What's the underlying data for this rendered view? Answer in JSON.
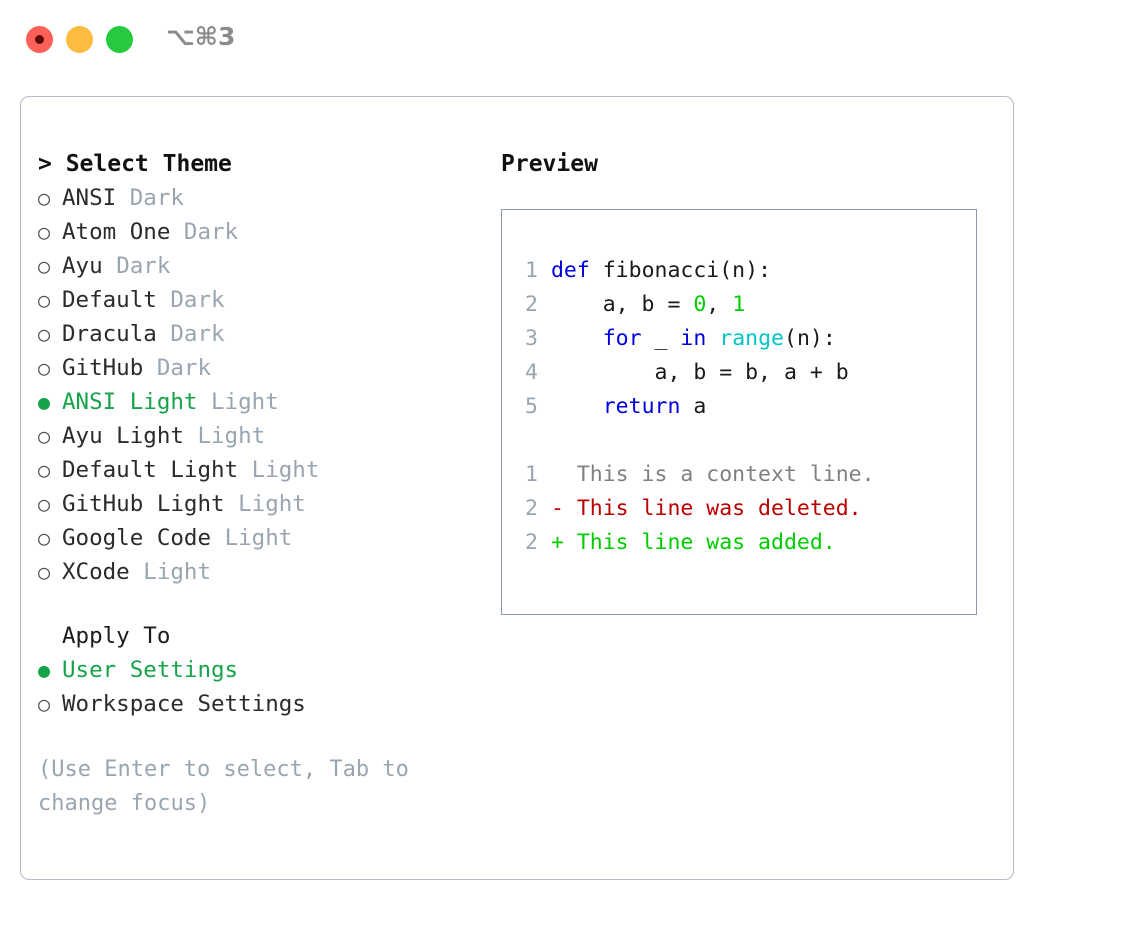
{
  "window": {
    "shortcut_label": "⌥⌘3",
    "traffic_lights": [
      "close",
      "minimize",
      "maximize"
    ]
  },
  "theme_panel": {
    "title": "> Select Theme",
    "selected_marker": "●",
    "unselected_marker": "○",
    "items": [
      {
        "marker": "○",
        "name": "ANSI",
        "kind": "Dark",
        "selected": false
      },
      {
        "marker": "○",
        "name": "Atom One",
        "kind": "Dark",
        "selected": false
      },
      {
        "marker": "○",
        "name": "Ayu",
        "kind": "Dark",
        "selected": false
      },
      {
        "marker": "○",
        "name": "Default",
        "kind": "Dark",
        "selected": false
      },
      {
        "marker": "○",
        "name": "Dracula",
        "kind": "Dark",
        "selected": false
      },
      {
        "marker": "○",
        "name": "GitHub",
        "kind": "Dark",
        "selected": false
      },
      {
        "marker": "●",
        "name": "ANSI Light",
        "kind": "Light",
        "selected": true
      },
      {
        "marker": "○",
        "name": "Ayu Light",
        "kind": "Light",
        "selected": false
      },
      {
        "marker": "○",
        "name": "Default Light",
        "kind": "Light",
        "selected": false
      },
      {
        "marker": "○",
        "name": "GitHub Light",
        "kind": "Light",
        "selected": false
      },
      {
        "marker": "○",
        "name": "Google Code",
        "kind": "Light",
        "selected": false
      },
      {
        "marker": "○",
        "name": "XCode",
        "kind": "Light",
        "selected": false
      }
    ]
  },
  "apply_to": {
    "title": "Apply To",
    "items": [
      {
        "marker": "●",
        "label": "User Settings",
        "selected": true
      },
      {
        "marker": "○",
        "label": "Workspace Settings",
        "selected": false
      }
    ]
  },
  "hint": {
    "text": "(Use Enter to select, Tab to change focus)"
  },
  "preview": {
    "title": "Preview",
    "code_lines": [
      {
        "no": "1",
        "tokens": [
          {
            "t": " ",
            "c": "plain"
          },
          {
            "t": "def",
            "c": "kw"
          },
          {
            "t": " fibonacci(n):",
            "c": "plain"
          }
        ]
      },
      {
        "no": "2",
        "tokens": [
          {
            "t": "     a, b = ",
            "c": "plain"
          },
          {
            "t": "0",
            "c": "num"
          },
          {
            "t": ", ",
            "c": "plain"
          },
          {
            "t": "1",
            "c": "num"
          }
        ]
      },
      {
        "no": "3",
        "tokens": [
          {
            "t": "     ",
            "c": "plain"
          },
          {
            "t": "for",
            "c": "kw"
          },
          {
            "t": " _ ",
            "c": "plain"
          },
          {
            "t": "in",
            "c": "kw"
          },
          {
            "t": " ",
            "c": "plain"
          },
          {
            "t": "range",
            "c": "fn"
          },
          {
            "t": "(n):",
            "c": "plain"
          }
        ]
      },
      {
        "no": "4",
        "tokens": [
          {
            "t": "         a, b = b, a + b",
            "c": "plain"
          }
        ]
      },
      {
        "no": "5",
        "tokens": [
          {
            "t": "     ",
            "c": "plain"
          },
          {
            "t": "return",
            "c": "kw"
          },
          {
            "t": " a",
            "c": "plain"
          }
        ]
      }
    ],
    "diff_lines": [
      {
        "no": "1",
        "tokens": [
          {
            "t": "   This is a context line.",
            "c": "ctx"
          }
        ]
      },
      {
        "no": "2",
        "tokens": [
          {
            "t": " - This line was deleted.",
            "c": "del"
          }
        ]
      },
      {
        "no": "2",
        "tokens": [
          {
            "t": " + This line was added.",
            "c": "add"
          }
        ]
      }
    ]
  },
  "colors": {
    "accent_green": "#16a34a",
    "muted": "#9aa5b1",
    "keyword_blue": "#0000dd",
    "function_cyan": "#00c5c7",
    "number_green": "#00cc00",
    "diff_del": "#bb0000",
    "diff_add": "#00cc00",
    "card_border": "#b3bdc8",
    "preview_border": "#8d9aab",
    "traffic_red": "#fc6058",
    "traffic_yellow": "#fdbc40",
    "traffic_green": "#27c93f"
  }
}
